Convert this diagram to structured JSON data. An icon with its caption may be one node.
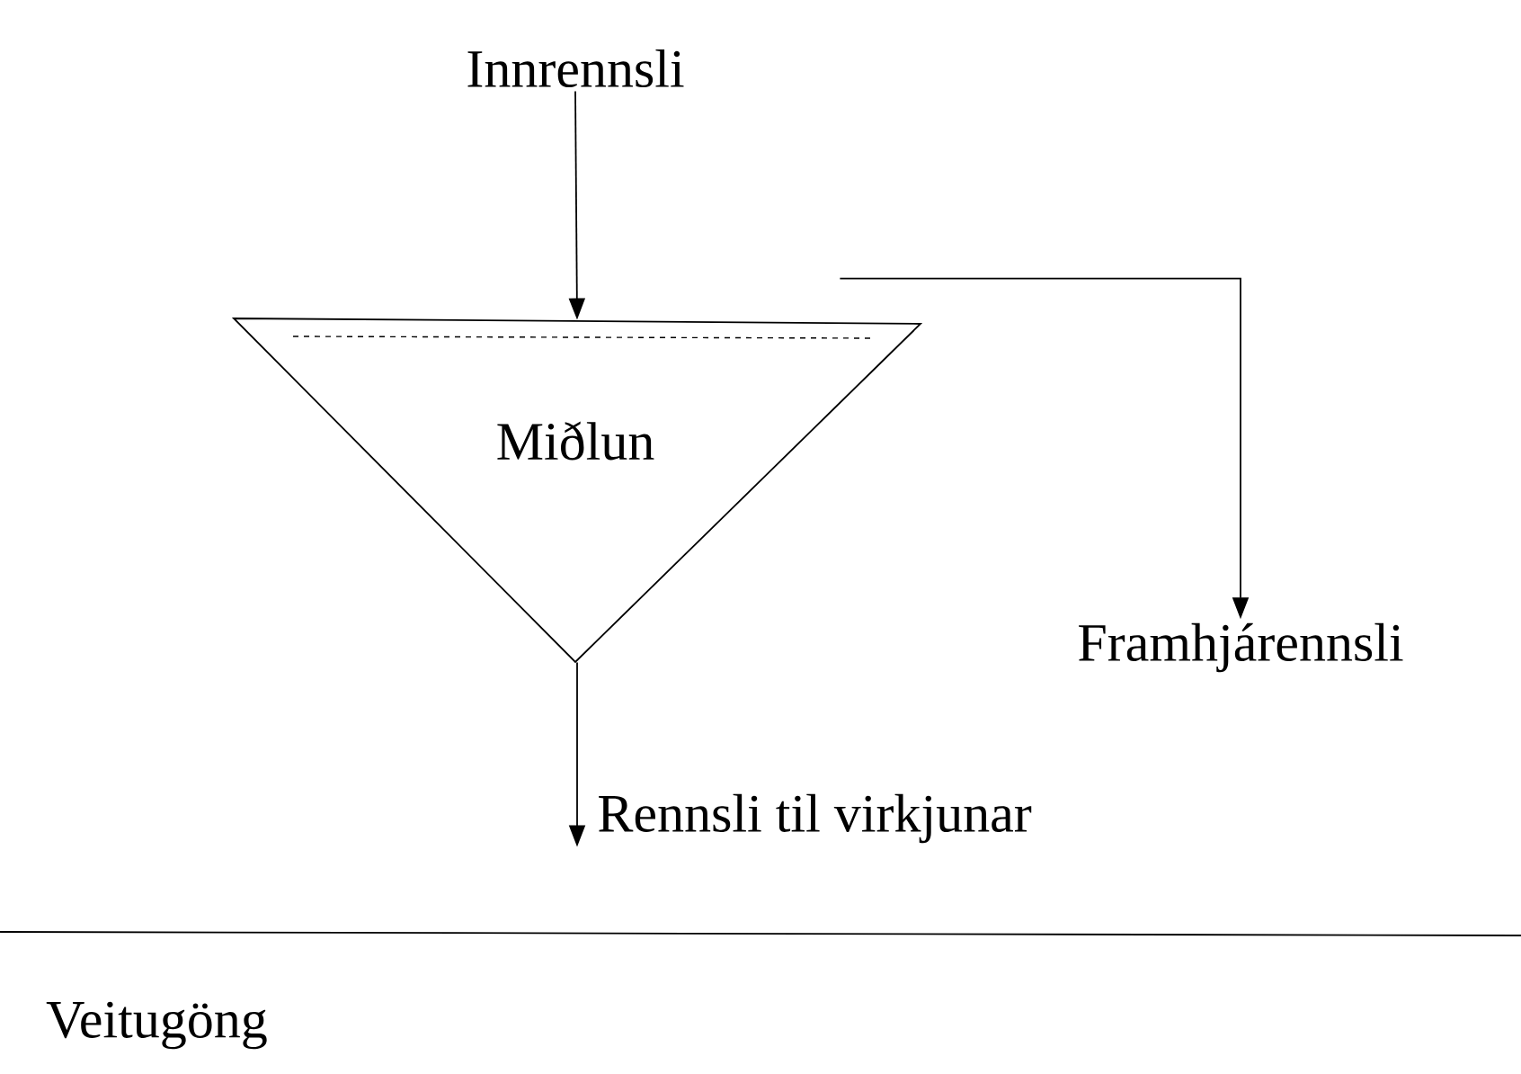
{
  "diagram": {
    "nodes": [
      {
        "text": [
          "Innrennsli"
        ]
      },
      {
        "text": [
          "Miðlun"
        ]
      },
      {
        "text": [
          "Framhjárennsli"
        ]
      },
      {
        "text": [
          "Rennsli til virkjunar"
        ]
      }
    ],
    "edges": [
      {
        "from": 0,
        "to": 1,
        "arrow": "to"
      },
      {
        "from": 1,
        "to": 2,
        "arrow": "to"
      },
      {
        "from": 1,
        "to": 3,
        "arrow": "to"
      }
    ],
    "labels": [
      "Veitugöng"
    ]
  }
}
